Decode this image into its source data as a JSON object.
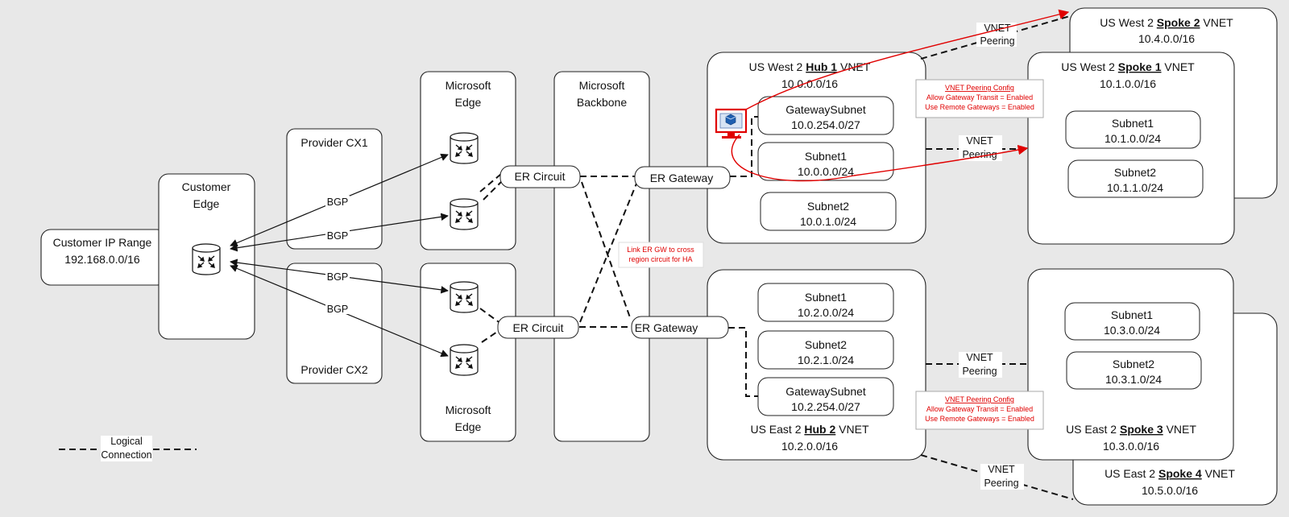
{
  "customer_ip": {
    "line1": "Customer IP Range",
    "line2": "192.168.0.0/16"
  },
  "customer_edge": {
    "line1": "Customer",
    "line2": "Edge"
  },
  "provider_cx1": "Provider CX1",
  "provider_cx2": "Provider CX2",
  "ms_edge_top": {
    "line1": "Microsoft",
    "line2": "Edge"
  },
  "ms_edge_bottom": {
    "line1": "Microsoft",
    "line2": "Edge"
  },
  "ms_backbone": {
    "line1": "Microsoft",
    "line2": "Backbone"
  },
  "er_circuit_label": "ER Circuit",
  "er_gateway_label": "ER Gateway",
  "bgp_label": "BGP",
  "vnet_peering": {
    "line1": "VNET",
    "line2": "Peering"
  },
  "link_note": {
    "line1": "Link ER GW to cross",
    "line2": "region circuit for HA"
  },
  "peering_config": {
    "title": "VNET Peering Config",
    "line1": "Allow Gateway Transit = Enabled",
    "line2": "Use Remote Gateways = Enabled"
  },
  "hub1": {
    "region": "US West 2 ",
    "name": "Hub 1",
    "suffix": " VNET",
    "cidr": "10.0.0.0/16",
    "subnets": [
      {
        "name": "GatewaySubnet",
        "cidr": "10.0.254.0/27"
      },
      {
        "name": "Subnet1",
        "cidr": "10.0.0.0/24"
      },
      {
        "name": "Subnet2",
        "cidr": "10.0.1.0/24"
      }
    ]
  },
  "hub2": {
    "region": "US East 2 ",
    "name": "Hub 2",
    "suffix": " VNET",
    "cidr": "10.2.0.0/16",
    "subnets": [
      {
        "name": "Subnet1",
        "cidr": "10.2.0.0/24"
      },
      {
        "name": "Subnet2",
        "cidr": "10.2.1.0/24"
      },
      {
        "name": "GatewaySubnet",
        "cidr": "10.2.254.0/27"
      }
    ]
  },
  "spoke1": {
    "region": "US West 2 ",
    "name": "Spoke 1",
    "suffix": " VNET",
    "cidr": "10.1.0.0/16",
    "subnets": [
      {
        "name": "Subnet1",
        "cidr": "10.1.0.0/24"
      },
      {
        "name": "Subnet2",
        "cidr": "10.1.1.0/24"
      }
    ]
  },
  "spoke2": {
    "region": "US West 2 ",
    "name": "Spoke 2",
    "suffix": " VNET",
    "cidr": "10.4.0.0/16"
  },
  "spoke3": {
    "region": "US East 2 ",
    "name": "Spoke 3",
    "suffix": " VNET",
    "cidr": "10.3.0.0/16",
    "subnets": [
      {
        "name": "Subnet1",
        "cidr": "10.3.0.0/24"
      },
      {
        "name": "Subnet2",
        "cidr": "10.3.1.0/24"
      }
    ]
  },
  "spoke4": {
    "region": "US East 2 ",
    "name": "Spoke 4",
    "suffix": " VNET",
    "cidr": "10.5.0.0/16"
  },
  "legend": {
    "line1": "Logical",
    "line2": "Connection"
  },
  "icons": {
    "router": "router-icon",
    "vm": "vm-icon"
  },
  "colors": {
    "accent": "#e00000",
    "background": "#e8e8e8"
  }
}
